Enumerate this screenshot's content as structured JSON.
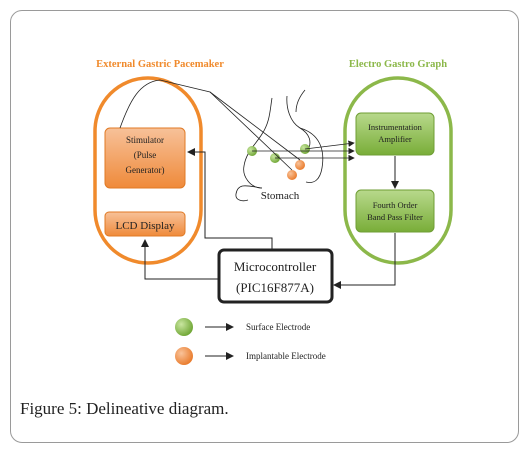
{
  "diagram": {
    "left_group_title": "External Gastric Pacemaker",
    "right_group_title": "Electro Gastro Graph",
    "stimulator": {
      "line1": "Stimulator",
      "line2": "(Pulse",
      "line3": "Generator)"
    },
    "lcd": "LCD Display",
    "instrumentation": {
      "line1": "Instrumentation",
      "line2": "Amplifier"
    },
    "filter": {
      "line1": "Fourth Order",
      "line2": "Band Pass Filter"
    },
    "stomach": "Stomach",
    "micro": {
      "line1": "Microcontroller",
      "line2": "(PIC16F877A)"
    },
    "legend": {
      "surface": "Surface Electrode",
      "implantable": "Implantable Electrode"
    },
    "colors": {
      "orange": "#f08a2c",
      "green": "#8cb84a",
      "orange_fill": "#f29a55",
      "green_fill": "#8fbf55"
    }
  },
  "caption": {
    "label": "Figure 5:",
    "text": "Delineative diagram."
  }
}
